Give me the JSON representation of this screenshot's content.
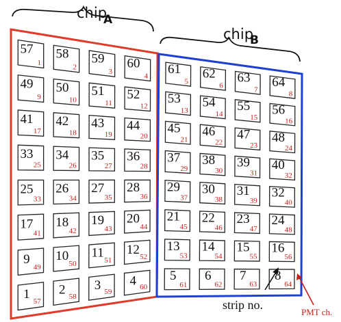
{
  "labels": {
    "chip_a": "chip",
    "chip_a_sub": "A",
    "chip_b": "chip",
    "chip_b_sub": "B",
    "strip_no": "strip no.",
    "pmt_ch": "PMT ch."
  },
  "colors": {
    "chip_a_outline": "#e03a2a",
    "chip_b_outline": "#1f3fd0",
    "channel_number": "#c2201b",
    "pmt_arrow": "#c2201b",
    "strip_number": "#111111"
  },
  "chip_a": {
    "rows": [
      [
        {
          "strip": "57",
          "pmt": "1"
        },
        {
          "strip": "58",
          "pmt": "2"
        },
        {
          "strip": "59",
          "pmt": "3"
        },
        {
          "strip": "60",
          "pmt": "4"
        }
      ],
      [
        {
          "strip": "49",
          "pmt": "9"
        },
        {
          "strip": "50",
          "pmt": "10"
        },
        {
          "strip": "51",
          "pmt": "11"
        },
        {
          "strip": "52",
          "pmt": "12"
        }
      ],
      [
        {
          "strip": "41",
          "pmt": "17"
        },
        {
          "strip": "42",
          "pmt": "18"
        },
        {
          "strip": "43",
          "pmt": "19"
        },
        {
          "strip": "44",
          "pmt": "20"
        }
      ],
      [
        {
          "strip": "33",
          "pmt": "25"
        },
        {
          "strip": "34",
          "pmt": "26"
        },
        {
          "strip": "35",
          "pmt": "27"
        },
        {
          "strip": "36",
          "pmt": "28"
        }
      ],
      [
        {
          "strip": "25",
          "pmt": "33"
        },
        {
          "strip": "26",
          "pmt": "34"
        },
        {
          "strip": "27",
          "pmt": "35"
        },
        {
          "strip": "28",
          "pmt": "36"
        }
      ],
      [
        {
          "strip": "17",
          "pmt": "41"
        },
        {
          "strip": "18",
          "pmt": "42"
        },
        {
          "strip": "19",
          "pmt": "43"
        },
        {
          "strip": "20",
          "pmt": "44"
        }
      ],
      [
        {
          "strip": "9",
          "pmt": "49"
        },
        {
          "strip": "10",
          "pmt": "50"
        },
        {
          "strip": "11",
          "pmt": "51"
        },
        {
          "strip": "12",
          "pmt": "52"
        }
      ],
      [
        {
          "strip": "1",
          "pmt": "57"
        },
        {
          "strip": "2",
          "pmt": "58"
        },
        {
          "strip": "3",
          "pmt": "59"
        },
        {
          "strip": "4",
          "pmt": "60"
        }
      ]
    ]
  },
  "chip_b": {
    "rows": [
      [
        {
          "strip": "61",
          "pmt": "5"
        },
        {
          "strip": "62",
          "pmt": "6"
        },
        {
          "strip": "63",
          "pmt": "7"
        },
        {
          "strip": "64",
          "pmt": "8"
        }
      ],
      [
        {
          "strip": "53",
          "pmt": "13"
        },
        {
          "strip": "54",
          "pmt": "14"
        },
        {
          "strip": "55",
          "pmt": "15"
        },
        {
          "strip": "56",
          "pmt": "16"
        }
      ],
      [
        {
          "strip": "45",
          "pmt": "21"
        },
        {
          "strip": "46",
          "pmt": "22"
        },
        {
          "strip": "47",
          "pmt": "23"
        },
        {
          "strip": "48",
          "pmt": "24"
        }
      ],
      [
        {
          "strip": "37",
          "pmt": "29"
        },
        {
          "strip": "38",
          "pmt": "30"
        },
        {
          "strip": "39",
          "pmt": "31"
        },
        {
          "strip": "40",
          "pmt": "32"
        }
      ],
      [
        {
          "strip": "29",
          "pmt": "37"
        },
        {
          "strip": "30",
          "pmt": "38"
        },
        {
          "strip": "31",
          "pmt": "39"
        },
        {
          "strip": "32",
          "pmt": "40"
        }
      ],
      [
        {
          "strip": "21",
          "pmt": "45"
        },
        {
          "strip": "22",
          "pmt": "46"
        },
        {
          "strip": "23",
          "pmt": "47"
        },
        {
          "strip": "24",
          "pmt": "48"
        }
      ],
      [
        {
          "strip": "13",
          "pmt": "53"
        },
        {
          "strip": "14",
          "pmt": "54"
        },
        {
          "strip": "15",
          "pmt": "55"
        },
        {
          "strip": "16",
          "pmt": "56"
        }
      ],
      [
        {
          "strip": "5",
          "pmt": "61"
        },
        {
          "strip": "6",
          "pmt": "62"
        },
        {
          "strip": "7",
          "pmt": "63"
        },
        {
          "strip": "8",
          "pmt": "64"
        }
      ]
    ]
  }
}
